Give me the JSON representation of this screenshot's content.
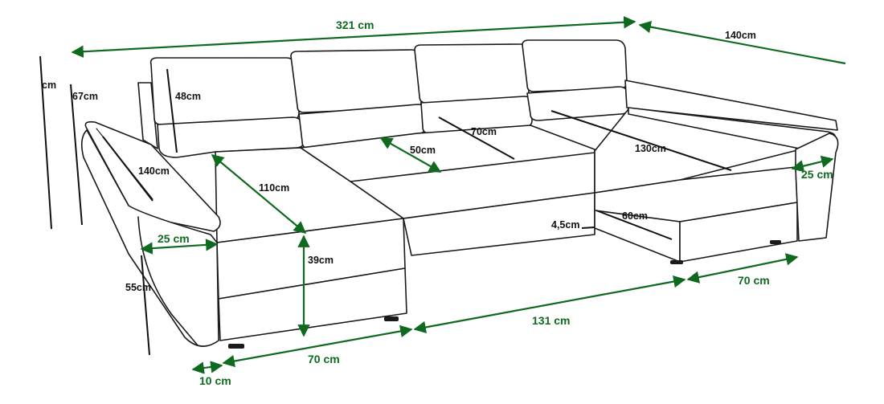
{
  "labels": {
    "total_width": "321 cm",
    "right_depth": "140cm",
    "height_partial": "cm",
    "height_back": "67cm",
    "cushion_height": "48cm",
    "left_chaise_length": "140cm",
    "left_seat_depth": "110cm",
    "backrest_depth": "50cm",
    "center_seat": "70cm",
    "right_chaise_length": "130cm",
    "right_arm_width": "25 cm",
    "left_arm_width": "25 cm",
    "seat_height": "39cm",
    "leg_height": "4,5cm",
    "bed_box": "60cm",
    "arm_height": "55cm",
    "middle_width": "131 cm",
    "right_chaise_width": "70 cm",
    "left_chaise_width": "70 cm",
    "left_offset": "10 cm"
  },
  "colors": {
    "dimension_green": "#0f6a1f",
    "dimension_black": "#111111",
    "outline": "#1a1a1a"
  }
}
